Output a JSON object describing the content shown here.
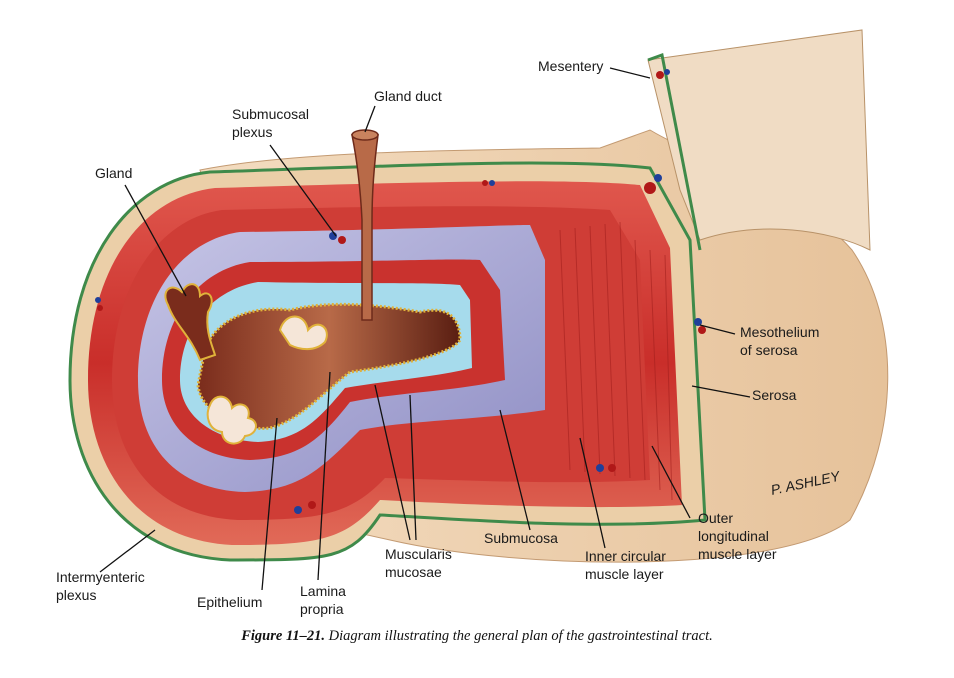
{
  "labels": {
    "mesentery": "Mesentery",
    "gland_duct": "Gland duct",
    "submucosal_plexus": [
      "Submucosal",
      "plexus"
    ],
    "gland": "Gland",
    "mesothelium": [
      "Mesothelium",
      "of serosa"
    ],
    "serosa": "Serosa",
    "outer_longitudinal": [
      "Outer",
      "longitudinal",
      "muscle layer"
    ],
    "inner_circular": [
      "Inner circular",
      "muscle layer"
    ],
    "submucosa": "Submucosa",
    "muscularis_mucosae": [
      "Muscularis",
      "mucosae"
    ],
    "lamina_propria": [
      "Lamina",
      "propria"
    ],
    "epithelium": "Epithelium",
    "intermyenteric_plexus": [
      "Intermyenteric",
      "plexus"
    ]
  },
  "signature": "P. ASHLEY",
  "caption": {
    "figure_number": "Figure 11–21.",
    "text": " Diagram illustrating the general plan of the gastrointestinal tract."
  },
  "colors": {
    "serosa": "#e9c9a4",
    "mesothelium": "#3f8a4a",
    "muscle": "#d23b35",
    "submucosa": "#a9a8d4",
    "mucosa_blue": "#9ed4e8",
    "epithelium": "#6e2a1a",
    "vessel_red": "#b01818",
    "vessel_blue": "#1f3f9a"
  }
}
